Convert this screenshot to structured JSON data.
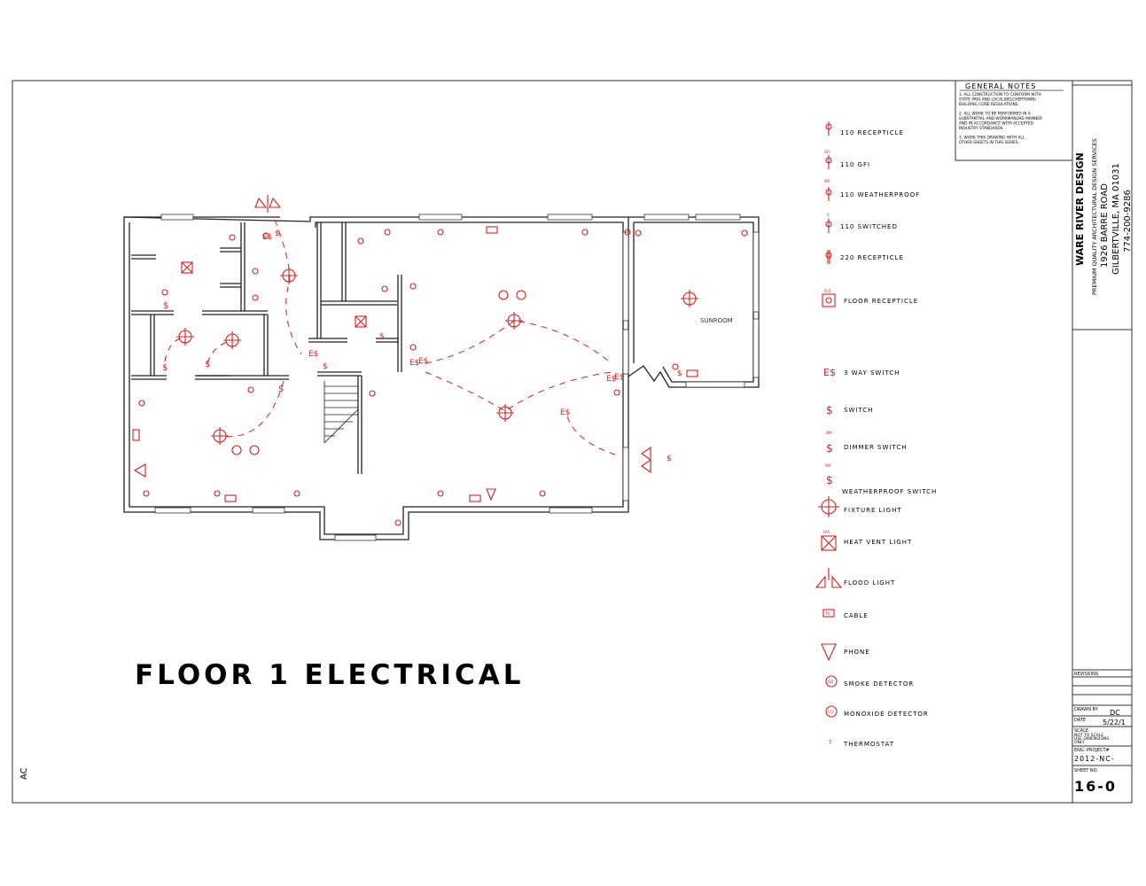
{
  "title": "FLOOR 1 ELECTRICAL",
  "side_initials": "AC",
  "room_label": "SUNROOM",
  "general_notes": {
    "heading": "GENERAL NOTES",
    "items": [
      [
        "1. ALL CONSTRUCTION TO CONFORM WITH",
        "STATE (MA) AND LOCAL(BELCHERTOWN)",
        "BUILDING CODE REGULATIONS."
      ],
      [
        "2. ALL WORK TO BE PERFORMED IN A",
        "SUBSTANTIAL AND WORKMANLIKE MANNER",
        "AND IN ACCORDANCE WITH ACCEPTED",
        "INDUSTRY STANDARDS."
      ],
      [
        "3. WORK THIS DRAWING WITH ALL",
        "OTHER SHEETS IN THIS SERIES."
      ]
    ]
  },
  "company": {
    "name": "WARE RIVER DESIGN",
    "tagline": "PREMIUM QUALITY ARCHITECTURAL DESIGN SERVICES",
    "address1": "1926 BARRE ROAD",
    "address2": "GILBERTVILLE, MA 01031",
    "phone": "774-200-9286"
  },
  "title_block": {
    "revisions_label": "REVISIONS",
    "drawn_by_label": "DRAWN BY",
    "drawn_by": "DC",
    "date_label": "DATE",
    "date": "5/22/1",
    "scale_label": "SCALE",
    "scale_lines": [
      "NOT TO SCALE",
      "USE DIMENSIONS",
      "ONLY"
    ],
    "project_label": "ENG. PROJECT#",
    "project": "2012-NC-",
    "sheet_label": "SHEET NO.",
    "sheet": "16-0"
  },
  "legend": [
    {
      "label": "110 RECEPTICLE",
      "icon": "receptacle-icon"
    },
    {
      "label": "110 GFI",
      "icon": "gfi-receptacle-icon",
      "tag": "GFI"
    },
    {
      "label": "110 WEATHERPROOF",
      "icon": "weatherproof-receptacle-icon",
      "tag": "WP"
    },
    {
      "label": "110 SWITCHED",
      "icon": "switched-receptacle-icon",
      "tag": "S"
    },
    {
      "label": "220 RECEPTICLE",
      "icon": "220-receptacle-icon"
    },
    {
      "label": "FLOOR RECEPTICLE",
      "icon": "floor-receptacle-icon",
      "tag": "FLR"
    },
    {
      "label": "3 WAY SWITCH",
      "icon": "3-way-switch-icon"
    },
    {
      "label": "SWITCH",
      "icon": "switch-icon"
    },
    {
      "label": "DIMMER SWITCH",
      "icon": "dimmer-switch-icon",
      "tag": "DM"
    },
    {
      "label": "WEATHERPROOF SWITCH",
      "icon": "weatherproof-switch-icon",
      "tag": "WP"
    },
    {
      "label": "FIXTURE LIGHT",
      "icon": "fixture-light-icon"
    },
    {
      "label": "HEAT VENT LIGHT",
      "icon": "heat-vent-light-icon",
      "tag": "HVL"
    },
    {
      "label": "FLOOD LIGHT",
      "icon": "flood-light-icon"
    },
    {
      "label": "CABLE",
      "icon": "cable-icon",
      "tag": "TV"
    },
    {
      "label": "PHONE",
      "icon": "phone-icon"
    },
    {
      "label": "SMOKE DETECTOR",
      "icon": "smoke-detector-icon",
      "tag": "SD"
    },
    {
      "label": "MONOXIDE DETECTOR",
      "icon": "monoxide-detector-icon",
      "tag": "CO"
    },
    {
      "label": "THERMOSTAT",
      "icon": "thermostat-icon",
      "tag": "T"
    }
  ]
}
